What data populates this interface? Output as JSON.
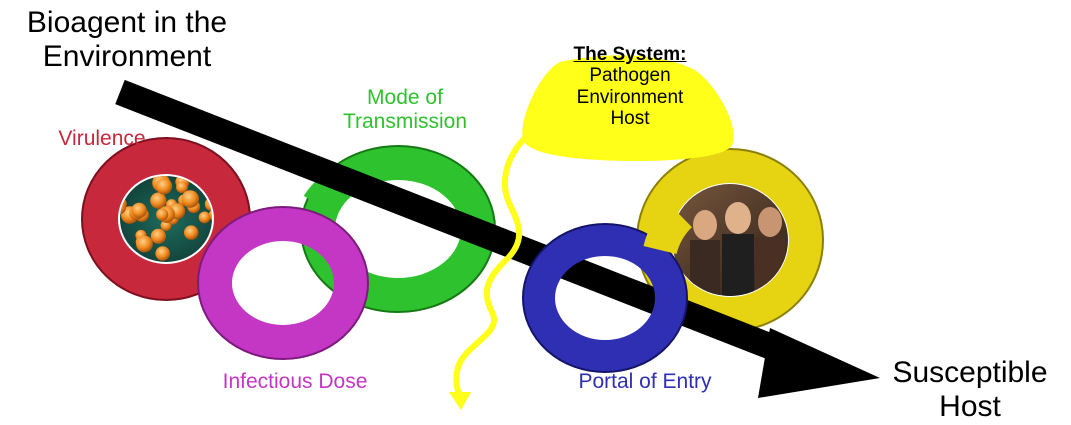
{
  "title_start": {
    "line1": "Bioagent in the",
    "line2": "Environment"
  },
  "title_end": {
    "line1": "Susceptible",
    "line2": "Host"
  },
  "links": {
    "virulence": {
      "label": "Virulence",
      "color": "#c8283c"
    },
    "mode_of_transmission": {
      "line1": "Mode of",
      "line2": "Transmission",
      "color": "#2ec32e"
    },
    "infectious_dose": {
      "label": "Infectious Dose",
      "color": "#c436c4"
    },
    "portal_of_entry": {
      "label": "Portal of Entry",
      "color": "#2f2fb4"
    },
    "host": {
      "color": "#e6d312"
    }
  },
  "system": {
    "title": "The System:",
    "items": [
      "Pathogen",
      "Environment",
      "Host"
    ],
    "color": "#ffff1a"
  },
  "arrow_color": "#000000",
  "wiggle_color": "#ffff1a"
}
